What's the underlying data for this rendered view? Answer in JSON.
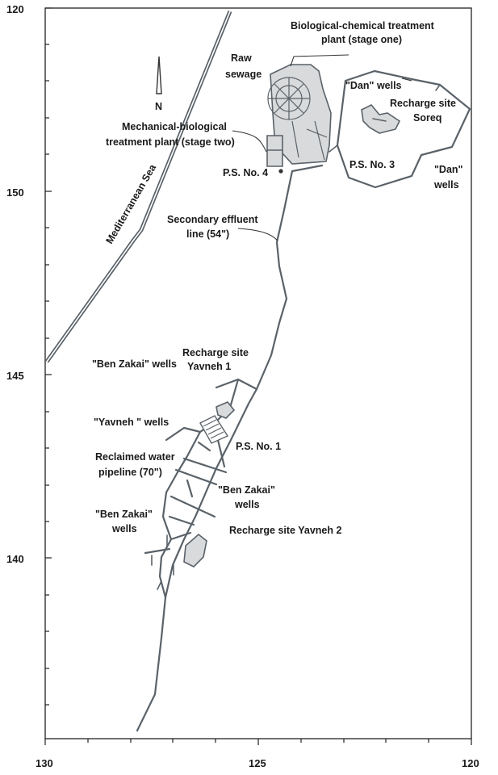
{
  "axes": {
    "x_ticks": [
      "130",
      "125",
      "120"
    ],
    "y_ticks": [
      "120",
      "150",
      "145",
      "140"
    ]
  },
  "labels": {
    "north": "N",
    "sea": "Mediterranean Sea",
    "raw_sewage_1": "Raw",
    "raw_sewage_2": "sewage",
    "bio_chem_1": "Biological-chemical treatment",
    "bio_chem_2": "plant (stage one)",
    "dan_wells_top": "\"Dan\" wells",
    "recharge_soreq_1": "Recharge site",
    "recharge_soreq_2": "Soreq",
    "mech_bio_1": "Mechanical-biological",
    "mech_bio_2": "treatment plant (stage two)",
    "ps4": "P.S. No. 4",
    "ps3": "P.S. No. 3",
    "dan_wells_right_1": "\"Dan\"",
    "dan_wells_right_2": "wells",
    "secondary_1": "Secondary effluent",
    "secondary_2": "line (54\")",
    "ben_zakai_wells_top": "\"Ben Zakai\" wells",
    "recharge_yavneh1_1": "Recharge site",
    "recharge_yavneh1_2": "Yavneh 1",
    "yavneh_wells": "\"Yavneh \" wells",
    "ps1": "P.S. No. 1",
    "reclaimed_1": "Reclaimed water",
    "reclaimed_2": "pipeline (70\")",
    "ben_zakai_mid_1": "\"Ben Zakai\"",
    "ben_zakai_mid_2": "wells",
    "ben_zakai_left_1": "\"Ben Zakai\"",
    "ben_zakai_left_2": "wells",
    "recharge_yavneh2": "Recharge site Yavneh 2"
  },
  "colors": {
    "pipe": "#5a6269",
    "site_fill": "#d9dadb",
    "frame": "#222222"
  }
}
